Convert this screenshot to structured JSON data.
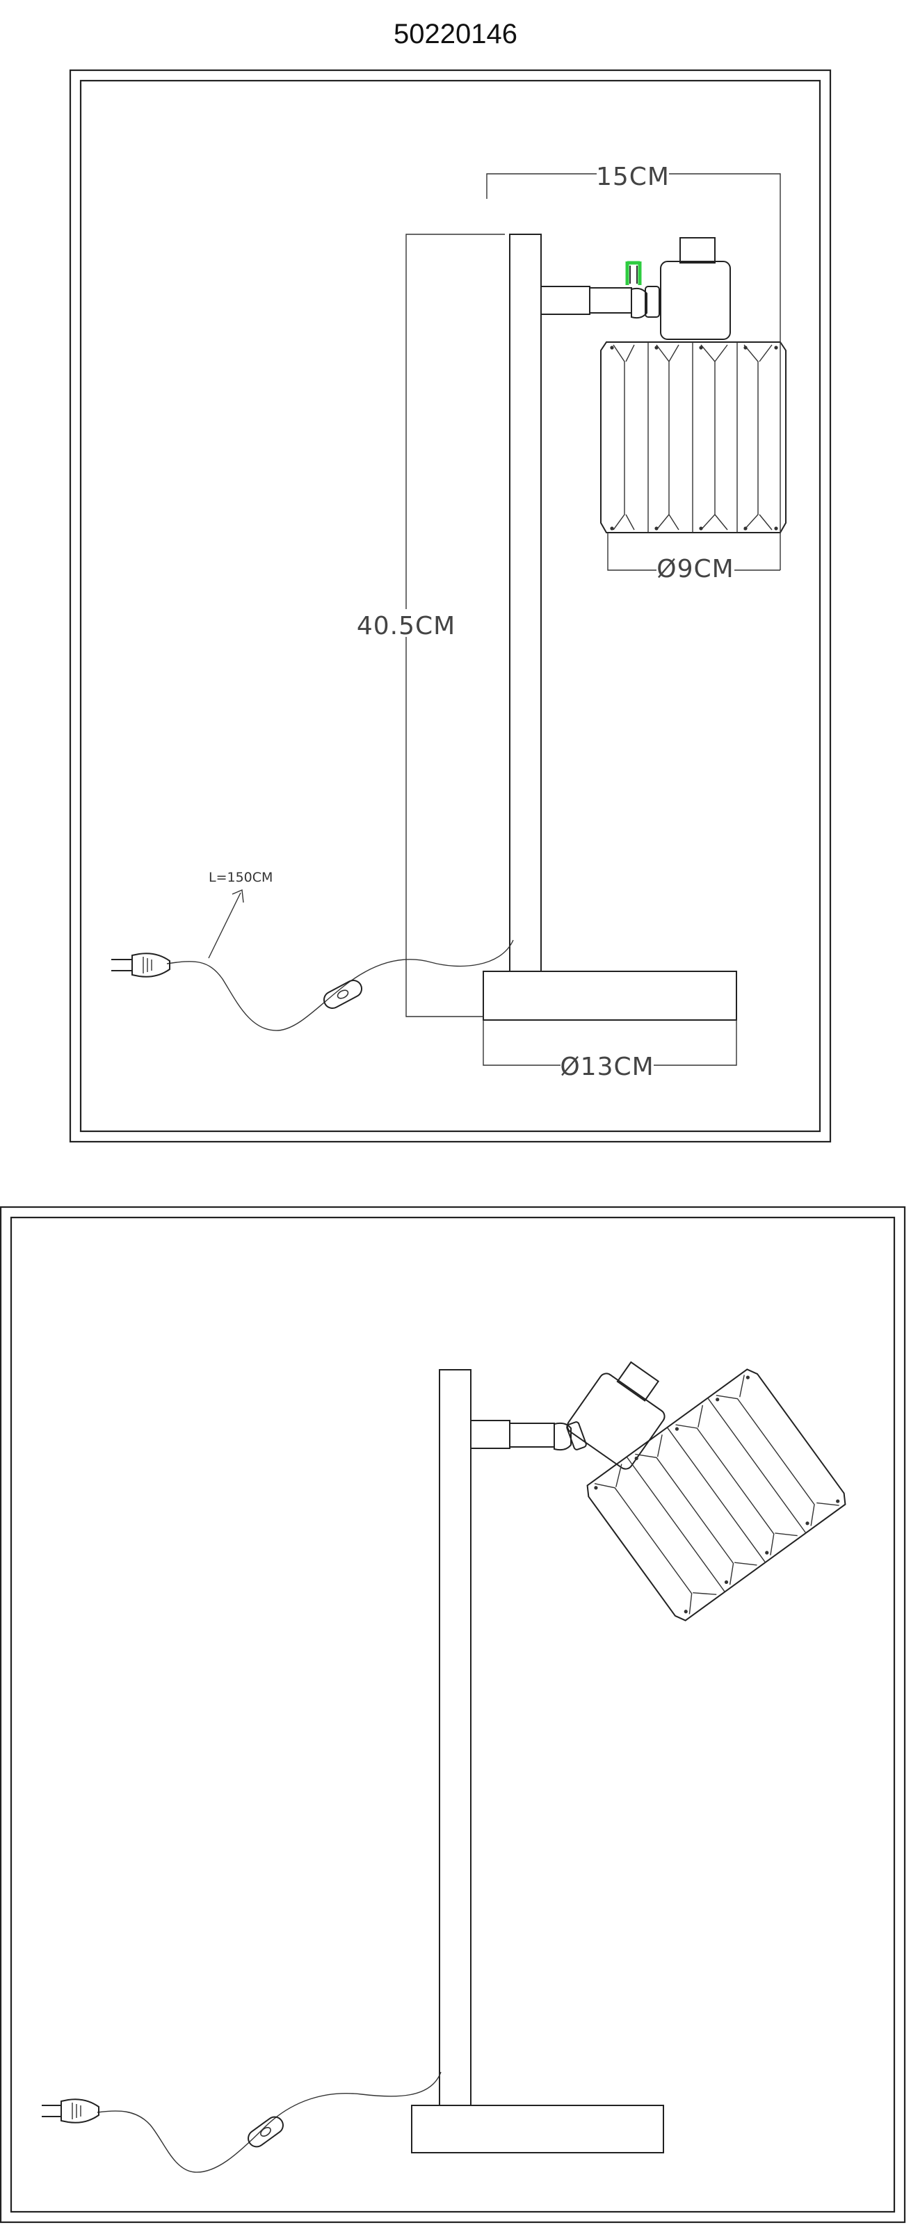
{
  "title": "50220146",
  "dimensions": {
    "arm_reach": "15CM",
    "shade_diameter": "Ø9CM",
    "height": "40.5CM",
    "base_diameter": "Ø13CM",
    "cord_length": "L=150CM"
  },
  "icons": {
    "plug": "power-plug-icon",
    "switch": "inline-switch-icon",
    "clip": "green-clip-icon"
  },
  "colors": {
    "line": "#222222",
    "clip_accent": "#2ecc40"
  }
}
